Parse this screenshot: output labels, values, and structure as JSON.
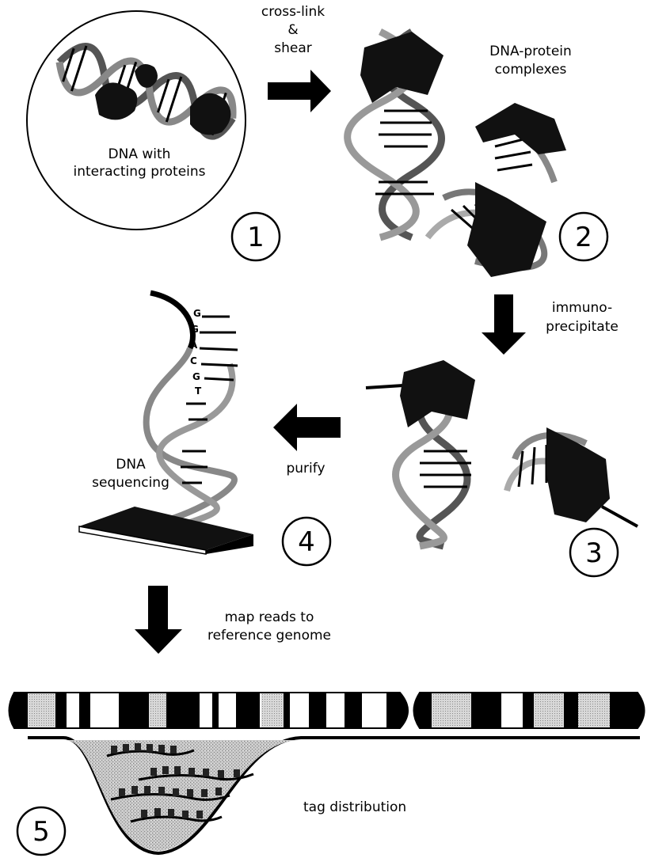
{
  "steps": {
    "s1": {
      "number": "1",
      "label_line1": "DNA with",
      "label_line2": "interacting proteins"
    },
    "s2": {
      "number": "2",
      "label_line1": "DNA-protein",
      "label_line2": "complexes"
    },
    "s3": {
      "number": "3"
    },
    "s4": {
      "number": "4",
      "label_line1": "DNA",
      "label_line2": "sequencing"
    },
    "s5": {
      "number": "5",
      "label": "tag distribution"
    }
  },
  "arrows": {
    "crosslink": {
      "line1": "cross-link",
      "line2": "&",
      "line3": "shear"
    },
    "immuno": {
      "line1": "immuno-",
      "line2": "precipitate"
    },
    "purify": {
      "label": "purify"
    },
    "map": {
      "line1": "map reads to",
      "line2": "reference genome"
    }
  },
  "sequence_bases": [
    "G",
    "G",
    "A",
    "C",
    "G",
    "T"
  ]
}
